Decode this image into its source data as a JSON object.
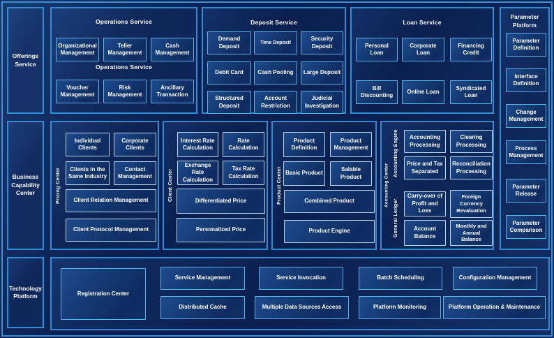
{
  "colors": {
    "background": "#0A2050",
    "frame_border": "#3E8FD0",
    "section_border": "#2F8ED8",
    "box_border_bright": "#5AB4E8",
    "box_border_pale": "#B9D7EE",
    "box_fill": "#153A74",
    "text": "#FFFFFF"
  },
  "left_rail": {
    "offerings": "Offerings Service",
    "business_capability": "Business Capability Center",
    "technology": "Technology Platform"
  },
  "operations_service": {
    "title": "Operations Service",
    "mid_label": "Operations Service",
    "items": [
      "Organizational Management",
      "Teller Management",
      "Cash Management",
      "Voucher Management",
      "Risk Management",
      "Ancillary Transaction"
    ]
  },
  "deposit_service": {
    "title": "Deposit Service",
    "items": [
      "Demand Deposit",
      "Time Deposit",
      "Security Deposit",
      "Debit Card",
      "Cash Pooling",
      "Large Deposit",
      "Structured Deposit",
      "Account Restriction",
      "Judicial Investigation"
    ]
  },
  "loan_service": {
    "title": "Loan Service",
    "items": [
      "Personal Loan",
      "Corporate Loan",
      "Financing Credit",
      "Bill Discounting",
      "Online Loan",
      "Syndicated Loan"
    ]
  },
  "parameter_platform": {
    "title": "Parameter Platform",
    "items": [
      "Parameter Definition",
      "Interface Definition",
      "Change Management",
      "Process Management",
      "Parameter Release",
      "Parameter Comparison"
    ]
  },
  "pricing_center": {
    "label": "Pricing Center",
    "items": [
      "Individual Clients",
      "Corporate Clients",
      "Clients in the Same Industry",
      "Contact Management"
    ],
    "wide_items": [
      "Client Relation Management",
      "Client Protocol Management"
    ]
  },
  "client_center": {
    "label": "Client Center",
    "items": [
      "Interest Rate Calculation",
      "Rate Calculation",
      "Exchange Rate Calculation",
      "Tax Rate Calculation"
    ],
    "wide_items": [
      "Differentiated Price",
      "Personalized Price"
    ]
  },
  "product_center": {
    "label": "Product Center",
    "items": [
      "Product Definition",
      "Product Management",
      "Basic Product",
      "Salable Product"
    ],
    "wide_items": [
      "Combined Product",
      "Product Engine"
    ]
  },
  "accounting_center": {
    "label": "Accounting Center",
    "engine_label": "Accounting Engine",
    "ledger_label": "General Ledger",
    "engine_items": [
      "Accounting Processing",
      "Clearing Processing",
      "Price and Tax Separated",
      "Reconciliation Processing"
    ],
    "ledger_items": [
      "Carry-over of Profit and Loss",
      "Foreign Currency Revaluation",
      "Account Balance",
      "Monthly and Annual Balance"
    ]
  },
  "technology_platform_area": {
    "registration_center": "Registration Center",
    "row1": [
      "Service Management",
      "Service Invocation",
      "Batch Scheduling",
      "Configuration Management"
    ],
    "row2": [
      "Distributed Cache",
      "Multiple Data Sources Access",
      "Platform Monitoring",
      "Platform Operation & Maintenance"
    ]
  }
}
